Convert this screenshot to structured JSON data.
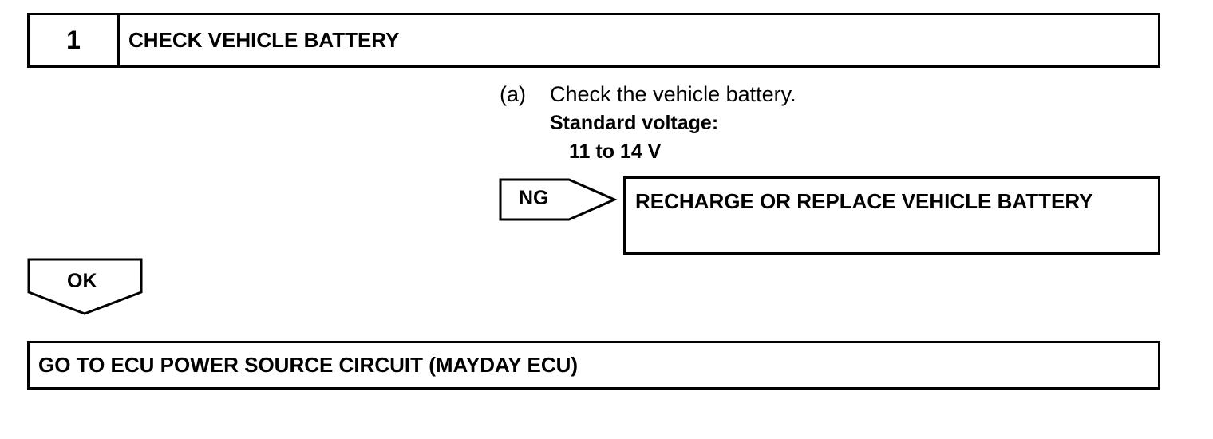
{
  "step": {
    "number": "1",
    "title": "CHECK VEHICLE BATTERY"
  },
  "instruction": {
    "marker": "(a)",
    "text": "Check the vehicle battery.",
    "spec_label": "Standard voltage:",
    "spec_value": "11 to 14 V"
  },
  "ng_branch": {
    "label": "NG",
    "action": "RECHARGE OR REPLACE VEHICLE BATTERY"
  },
  "ok_branch": {
    "label": "OK"
  },
  "next_step": {
    "text": "GO TO ECU POWER SOURCE CIRCUIT (MAYDAY ECU)"
  }
}
